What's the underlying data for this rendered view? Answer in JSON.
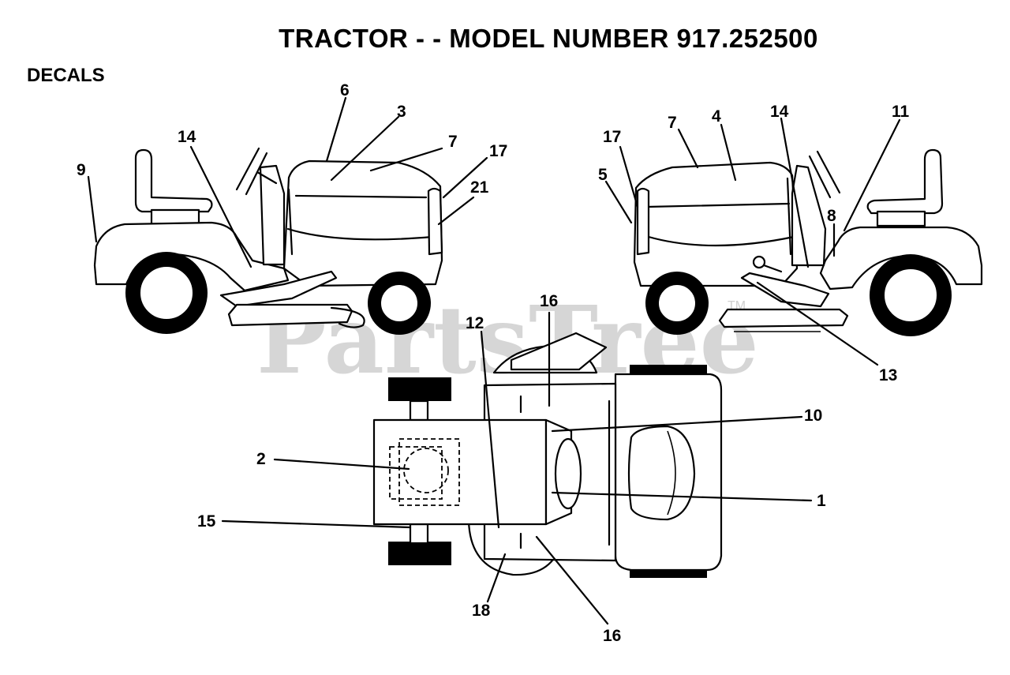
{
  "header": {
    "title": "TRACTOR - - MODEL NUMBER 917.252500",
    "subtitle": "DECALS"
  },
  "watermark": {
    "text": "PartsTree",
    "trademark": "TM"
  },
  "callouts": {
    "c1": "1",
    "c2": "2",
    "c3": "3",
    "c4": "4",
    "c5": "5",
    "c6": "6",
    "c7_left": "7",
    "c7_right": "7",
    "c8": "8",
    "c9": "9",
    "c10": "10",
    "c11": "11",
    "c12": "12",
    "c13": "13",
    "c14_left": "14",
    "c14_right": "14",
    "c15": "15",
    "c16_top": "16",
    "c16_bottom": "16",
    "c17_left": "17",
    "c17_right": "17",
    "c18": "18",
    "c21": "21"
  }
}
